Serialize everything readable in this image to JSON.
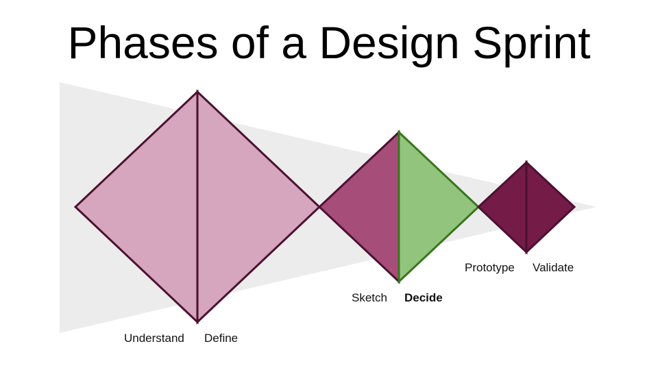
{
  "title": "Phases of a Design Sprint",
  "colors": {
    "wedge": "#ececec",
    "understand_define_fill": "#d5a6bd",
    "sketch_fill": "#a64d79",
    "decide_fill": "#93c47d",
    "decide_stroke": "#38761d",
    "prototype_validate_fill": "#741b47",
    "outline": "#4c1130"
  },
  "diamonds": [
    {
      "name": "understand-define",
      "left_label": "Understand",
      "right_label": "Define"
    },
    {
      "name": "sketch-decide",
      "left_label": "Sketch",
      "right_label": "Decide",
      "highlighted": "Decide"
    },
    {
      "name": "prototype-validate",
      "left_label": "Prototype",
      "right_label": "Validate"
    }
  ]
}
